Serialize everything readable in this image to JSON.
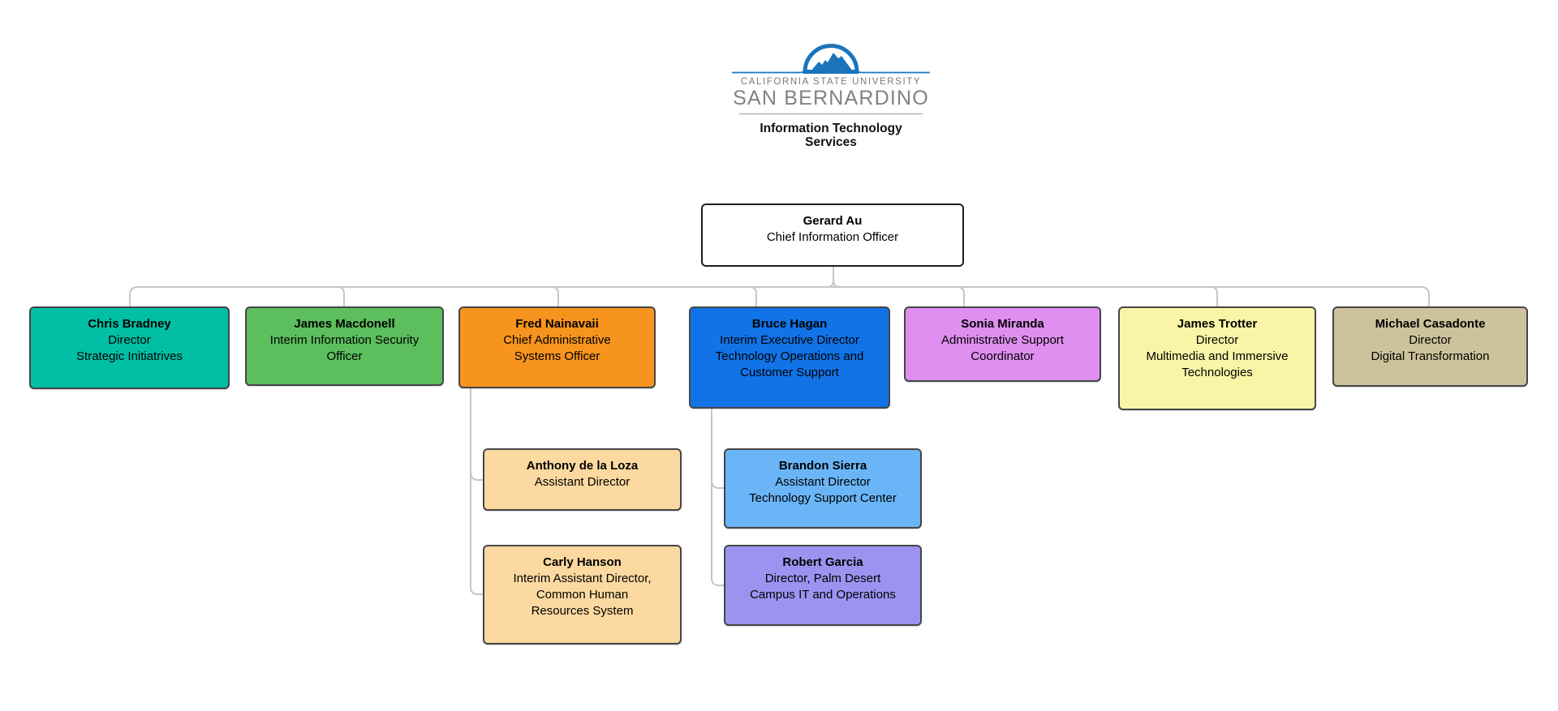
{
  "logo": {
    "university_line1": "CALIFORNIA STATE UNIVERSITY",
    "university_line2": "SAN BERNARDINO",
    "department_line1": "Information Technology",
    "department_line2": "Services",
    "arch_color": "#1b75bc",
    "gray_text_color": "#808285"
  },
  "org": {
    "connector_color": "#c6c6c6",
    "node_border_color": "#464646",
    "boxes": [
      {
        "id": "gerard-au",
        "name": "Gerard Au",
        "title_lines": [
          "Chief Information Officer"
        ],
        "fill": "#ffffff",
        "parent": null
      },
      {
        "id": "chris-bradney",
        "name": "Chris Bradney",
        "title_lines": [
          "Director",
          "Strategic Initiatrives"
        ],
        "fill": "#00bfa5",
        "parent": "gerard-au"
      },
      {
        "id": "james-macdonell",
        "name": "James Macdonell",
        "title_lines": [
          "Interim Information Security",
          "Officer"
        ],
        "fill": "#5cbe5c",
        "parent": "gerard-au"
      },
      {
        "id": "fred-nainavaii",
        "name": "Fred Nainavaii",
        "title_lines": [
          "Chief Administrative",
          "Systems Officer"
        ],
        "fill": "#f7941e",
        "parent": "gerard-au"
      },
      {
        "id": "bruce-hagan",
        "name": "Bruce Hagan",
        "title_lines": [
          "Interim Executive Director",
          "Technology Operations and",
          "Customer Support"
        ],
        "fill": "#1273e6",
        "parent": "gerard-au"
      },
      {
        "id": "sonia-miranda",
        "name": "Sonia Miranda",
        "title_lines": [
          "Administrative Support",
          "Coordinator"
        ],
        "fill": "#df8ff0",
        "parent": "gerard-au"
      },
      {
        "id": "james-trotter",
        "name": "James Trotter",
        "title_lines": [
          "Director",
          "Multimedia and Immersive",
          "Technologies"
        ],
        "fill": "#faf5a6",
        "parent": "gerard-au"
      },
      {
        "id": "michael-casadonte",
        "name": "Michael Casadonte",
        "title_lines": [
          "Director",
          "Digital Transformation"
        ],
        "fill": "#cec29c",
        "parent": "gerard-au"
      },
      {
        "id": "anthony-de-la-loza",
        "name": "Anthony de la Loza",
        "title_lines": [
          "Assistant Director"
        ],
        "fill": "#fbd9a0",
        "parent": "fred-nainavaii"
      },
      {
        "id": "carly-hanson",
        "name": "Carly Hanson",
        "title_lines": [
          "Interim Assistant Director,",
          "Common Human",
          "Resources System"
        ],
        "fill": "#fbd9a0",
        "parent": "fred-nainavaii"
      },
      {
        "id": "brandon-sierra",
        "name": "Brandon Sierra",
        "title_lines": [
          "Assistant Director",
          "Technology Support Center"
        ],
        "fill": "#6ab5f7",
        "parent": "bruce-hagan"
      },
      {
        "id": "robert-garcia",
        "name": "Robert Garcia",
        "title_lines": [
          "Director, Palm Desert",
          "Campus IT and Operations"
        ],
        "fill": "#9c93f1",
        "parent": "bruce-hagan"
      }
    ]
  }
}
